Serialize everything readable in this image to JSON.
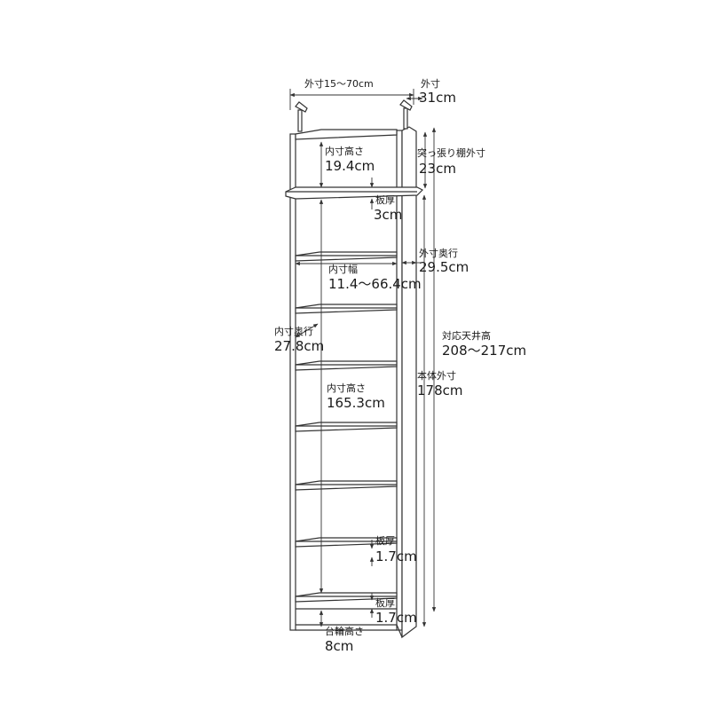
{
  "colors": {
    "line": "#333333",
    "text": "#1a1a1a",
    "background": "#ffffff"
  },
  "labels": {
    "outer_width": "外寸15〜70cm",
    "outer_depth_top": {
      "title": "外寸",
      "value": "31cm"
    },
    "top_inner_height": {
      "title": "内寸高さ",
      "value": "19.4cm"
    },
    "strut_shelf": {
      "title": "突っ張り棚外寸",
      "value": "23cm"
    },
    "thick_shelf": {
      "title": "板厚",
      "value": "3cm"
    },
    "outer_depth": {
      "title": "外寸奥行",
      "value": "29.5cm"
    },
    "inner_width": {
      "title": "内寸幅",
      "value": "11.4〜66.4cm"
    },
    "inner_depth": {
      "title": "内寸奥行",
      "value": "27.8cm"
    },
    "ceiling_height": {
      "title": "対応天井高",
      "value": "208〜217cm"
    },
    "body_height": {
      "title": "本体外寸",
      "value": "178cm"
    },
    "inner_height_main": {
      "title": "内寸高さ",
      "value": "165.3cm"
    },
    "shelf_thickness_1": {
      "title": "板厚",
      "value": "1.7cm"
    },
    "shelf_thickness_2": {
      "title": "板厚",
      "value": "1.7cm"
    },
    "plinth_height": {
      "title": "台輪高さ",
      "value": "8cm"
    }
  }
}
